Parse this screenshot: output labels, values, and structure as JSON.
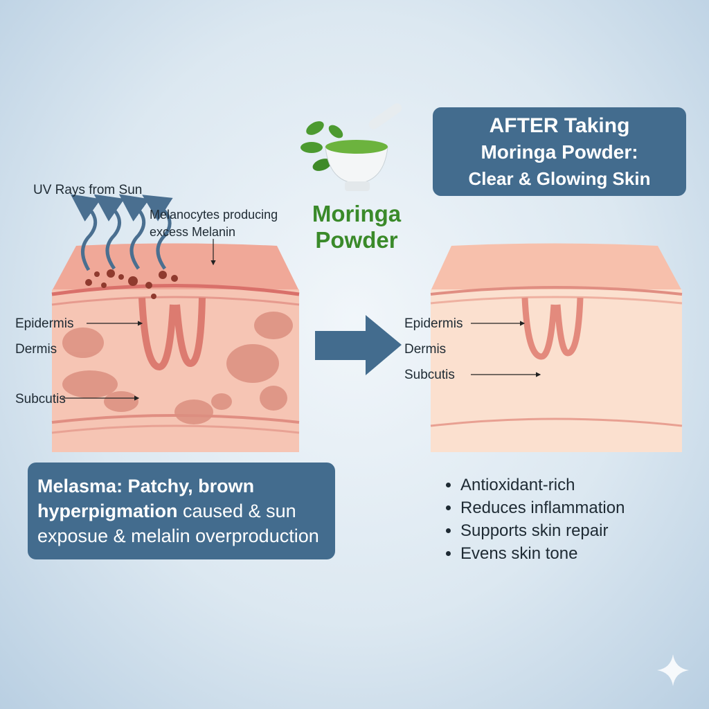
{
  "before": {
    "uv_label": "UV Rays from Sun",
    "melanocytes_label": "Melanocytes producing excess Melanin",
    "layers": [
      "Epidermis",
      "Dermis",
      "Subcutis"
    ],
    "caption_bold": "Melasma: Patchy, brown hyperpigmation",
    "caption_rest": " caused & sun exposue & melalin overproduction"
  },
  "product": {
    "name_line1": "Moringa",
    "name_line2": "Powder"
  },
  "after": {
    "title_line1": "AFTER Taking",
    "title_line2": "Moringa Powder:",
    "title_line3": "Clear & Glowing Skin",
    "layers": [
      "Epidermis",
      "Dermis",
      "Subcutis"
    ],
    "benefits": [
      "Antioxidant-rich",
      "Reduces inflammation",
      "Supports skin repair",
      "Evens skin tone"
    ]
  },
  "colors": {
    "box": "#436c8e",
    "green": "#3a8a2a",
    "skin": "#f3b6a4"
  }
}
